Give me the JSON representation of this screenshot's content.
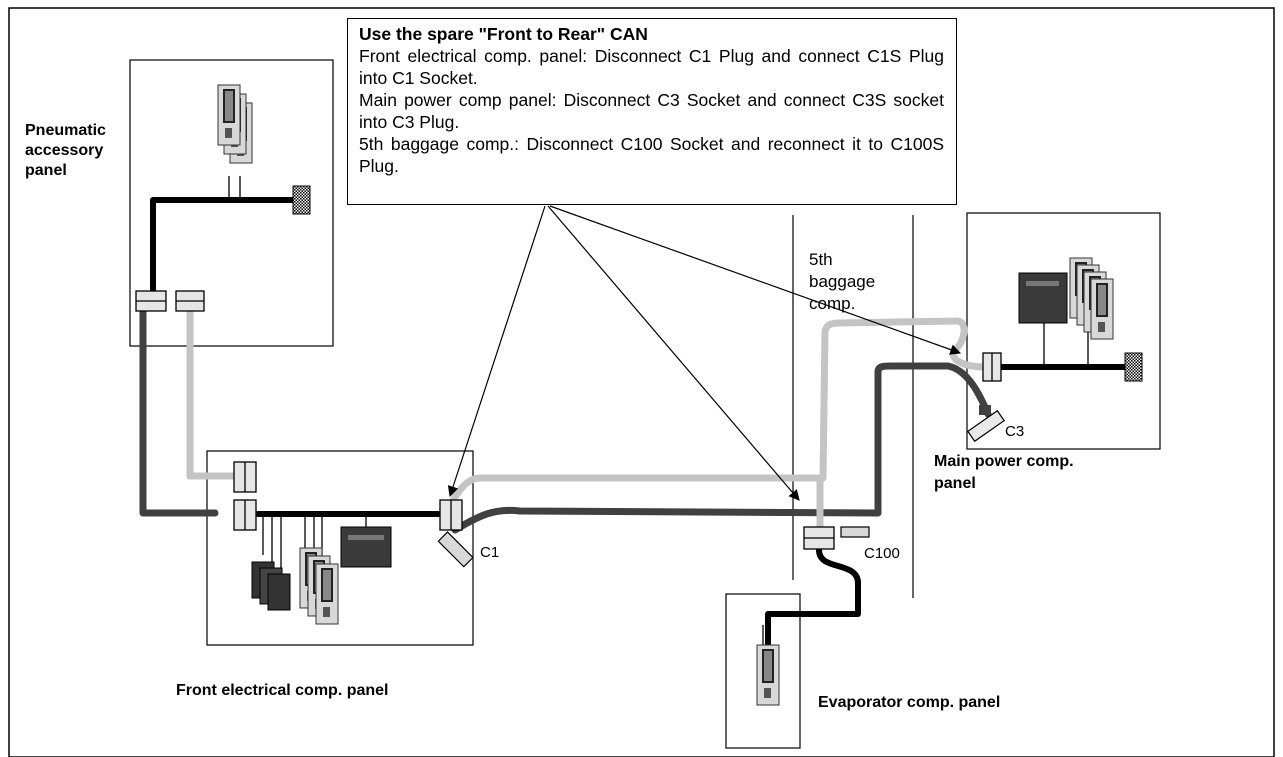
{
  "instruction_box": {
    "title": "Use the spare \"Front to Rear\" CAN",
    "lines": [
      "Front electrical comp. panel: Disconnect C1 Plug and connect C1S Plug into C1 Socket.",
      "Main power comp panel: Disconnect C3 Socket and connect C3S socket into C3 Plug.",
      "5th baggage comp.: Disconnect C100 Socket and reconnect it to C100S Plug."
    ]
  },
  "panels": {
    "pneumatic": "Pneumatic\naccessory\npanel",
    "front_electrical": "Front electrical comp. panel",
    "main_power": "Main power comp.\npanel",
    "evaporator": "Evaporator comp. panel",
    "baggage": "5th\nbaggage\ncomp."
  },
  "connectors": {
    "c1": "C1",
    "c3": "C3",
    "c100": "C100"
  },
  "colors": {
    "can_black": "#000000",
    "can_dark": "#404040",
    "can_light": "#c4c4c4",
    "ecu_body": "#d4d4d4",
    "ecu_dark": "#333333"
  }
}
